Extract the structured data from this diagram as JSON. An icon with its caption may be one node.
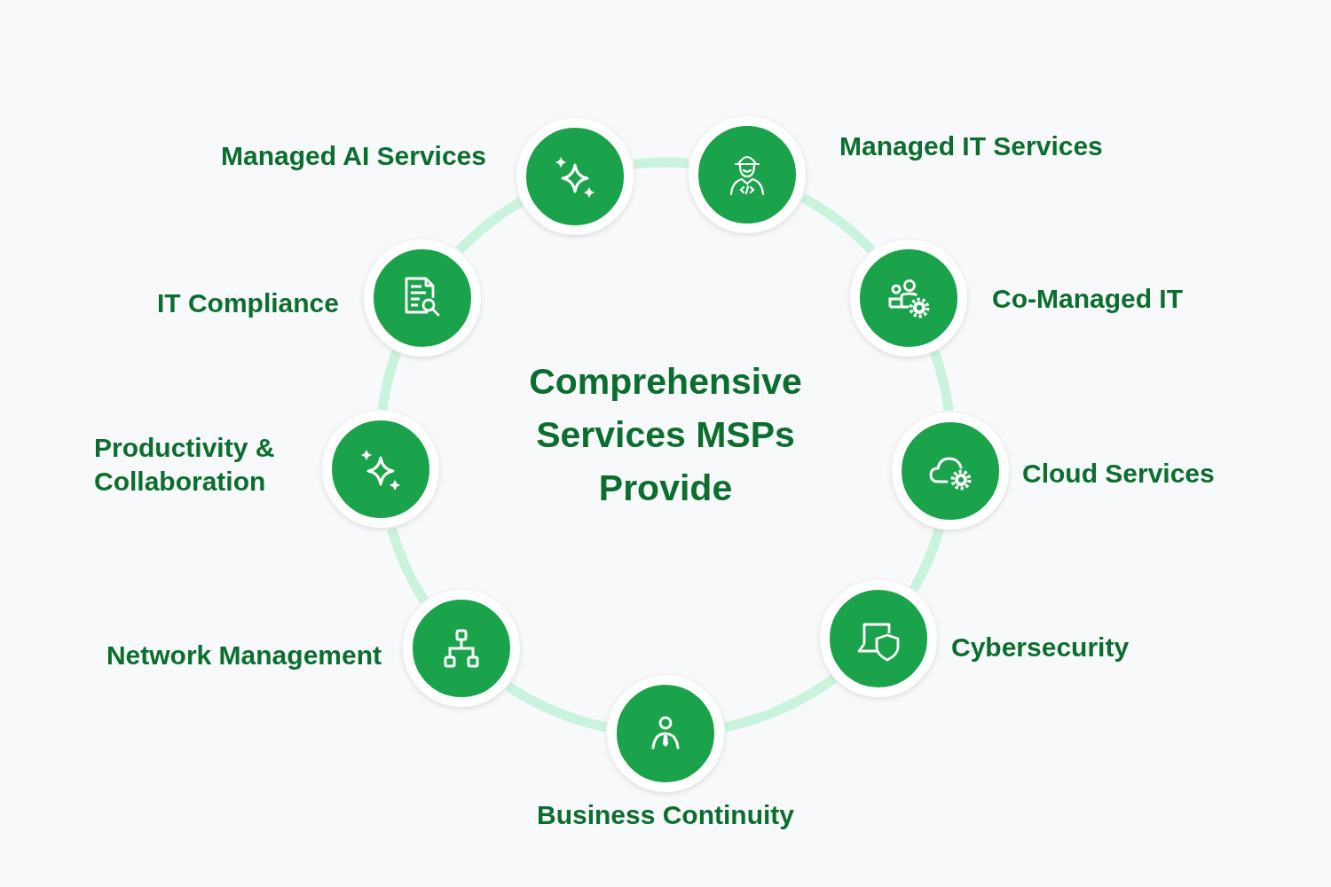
{
  "diagram": {
    "title": "Comprehensive Services MSPs Provide",
    "nodes": [
      {
        "text": [],
        "shape": "circle",
        "beside": [
          "Managed AI Services"
        ]
      },
      {
        "text": [],
        "shape": "circle",
        "beside": [
          "Managed IT Services"
        ]
      },
      {
        "text": [],
        "shape": "circle",
        "beside": [
          "Co-Managed IT"
        ]
      },
      {
        "text": [],
        "shape": "circle",
        "beside": [
          "Cloud Services"
        ]
      },
      {
        "text": [],
        "shape": "circle",
        "beside": [
          "Cybersecurity"
        ]
      },
      {
        "text": [],
        "shape": "circle",
        "beside": [
          "Business Continuity"
        ]
      },
      {
        "text": [],
        "shape": "circle",
        "beside": [
          "Network Management"
        ]
      },
      {
        "text": [],
        "shape": "circle",
        "beside": [
          "Productivity & Collaboration"
        ]
      },
      {
        "text": [],
        "shape": "circle",
        "beside": [
          "IT Compliance"
        ]
      }
    ],
    "edges": [
      {
        "from": 0,
        "to": 1,
        "arrow": "none"
      },
      {
        "from": 1,
        "to": 2,
        "arrow": "none"
      },
      {
        "from": 2,
        "to": 3,
        "arrow": "none"
      },
      {
        "from": 3,
        "to": 4,
        "arrow": "none"
      },
      {
        "from": 4,
        "to": 5,
        "arrow": "none"
      },
      {
        "from": 5,
        "to": 6,
        "arrow": "none"
      },
      {
        "from": 6,
        "to": 7,
        "arrow": "none"
      },
      {
        "from": 7,
        "to": 8,
        "arrow": "none"
      },
      {
        "from": 8,
        "to": 0,
        "arrow": "none"
      }
    ]
  }
}
